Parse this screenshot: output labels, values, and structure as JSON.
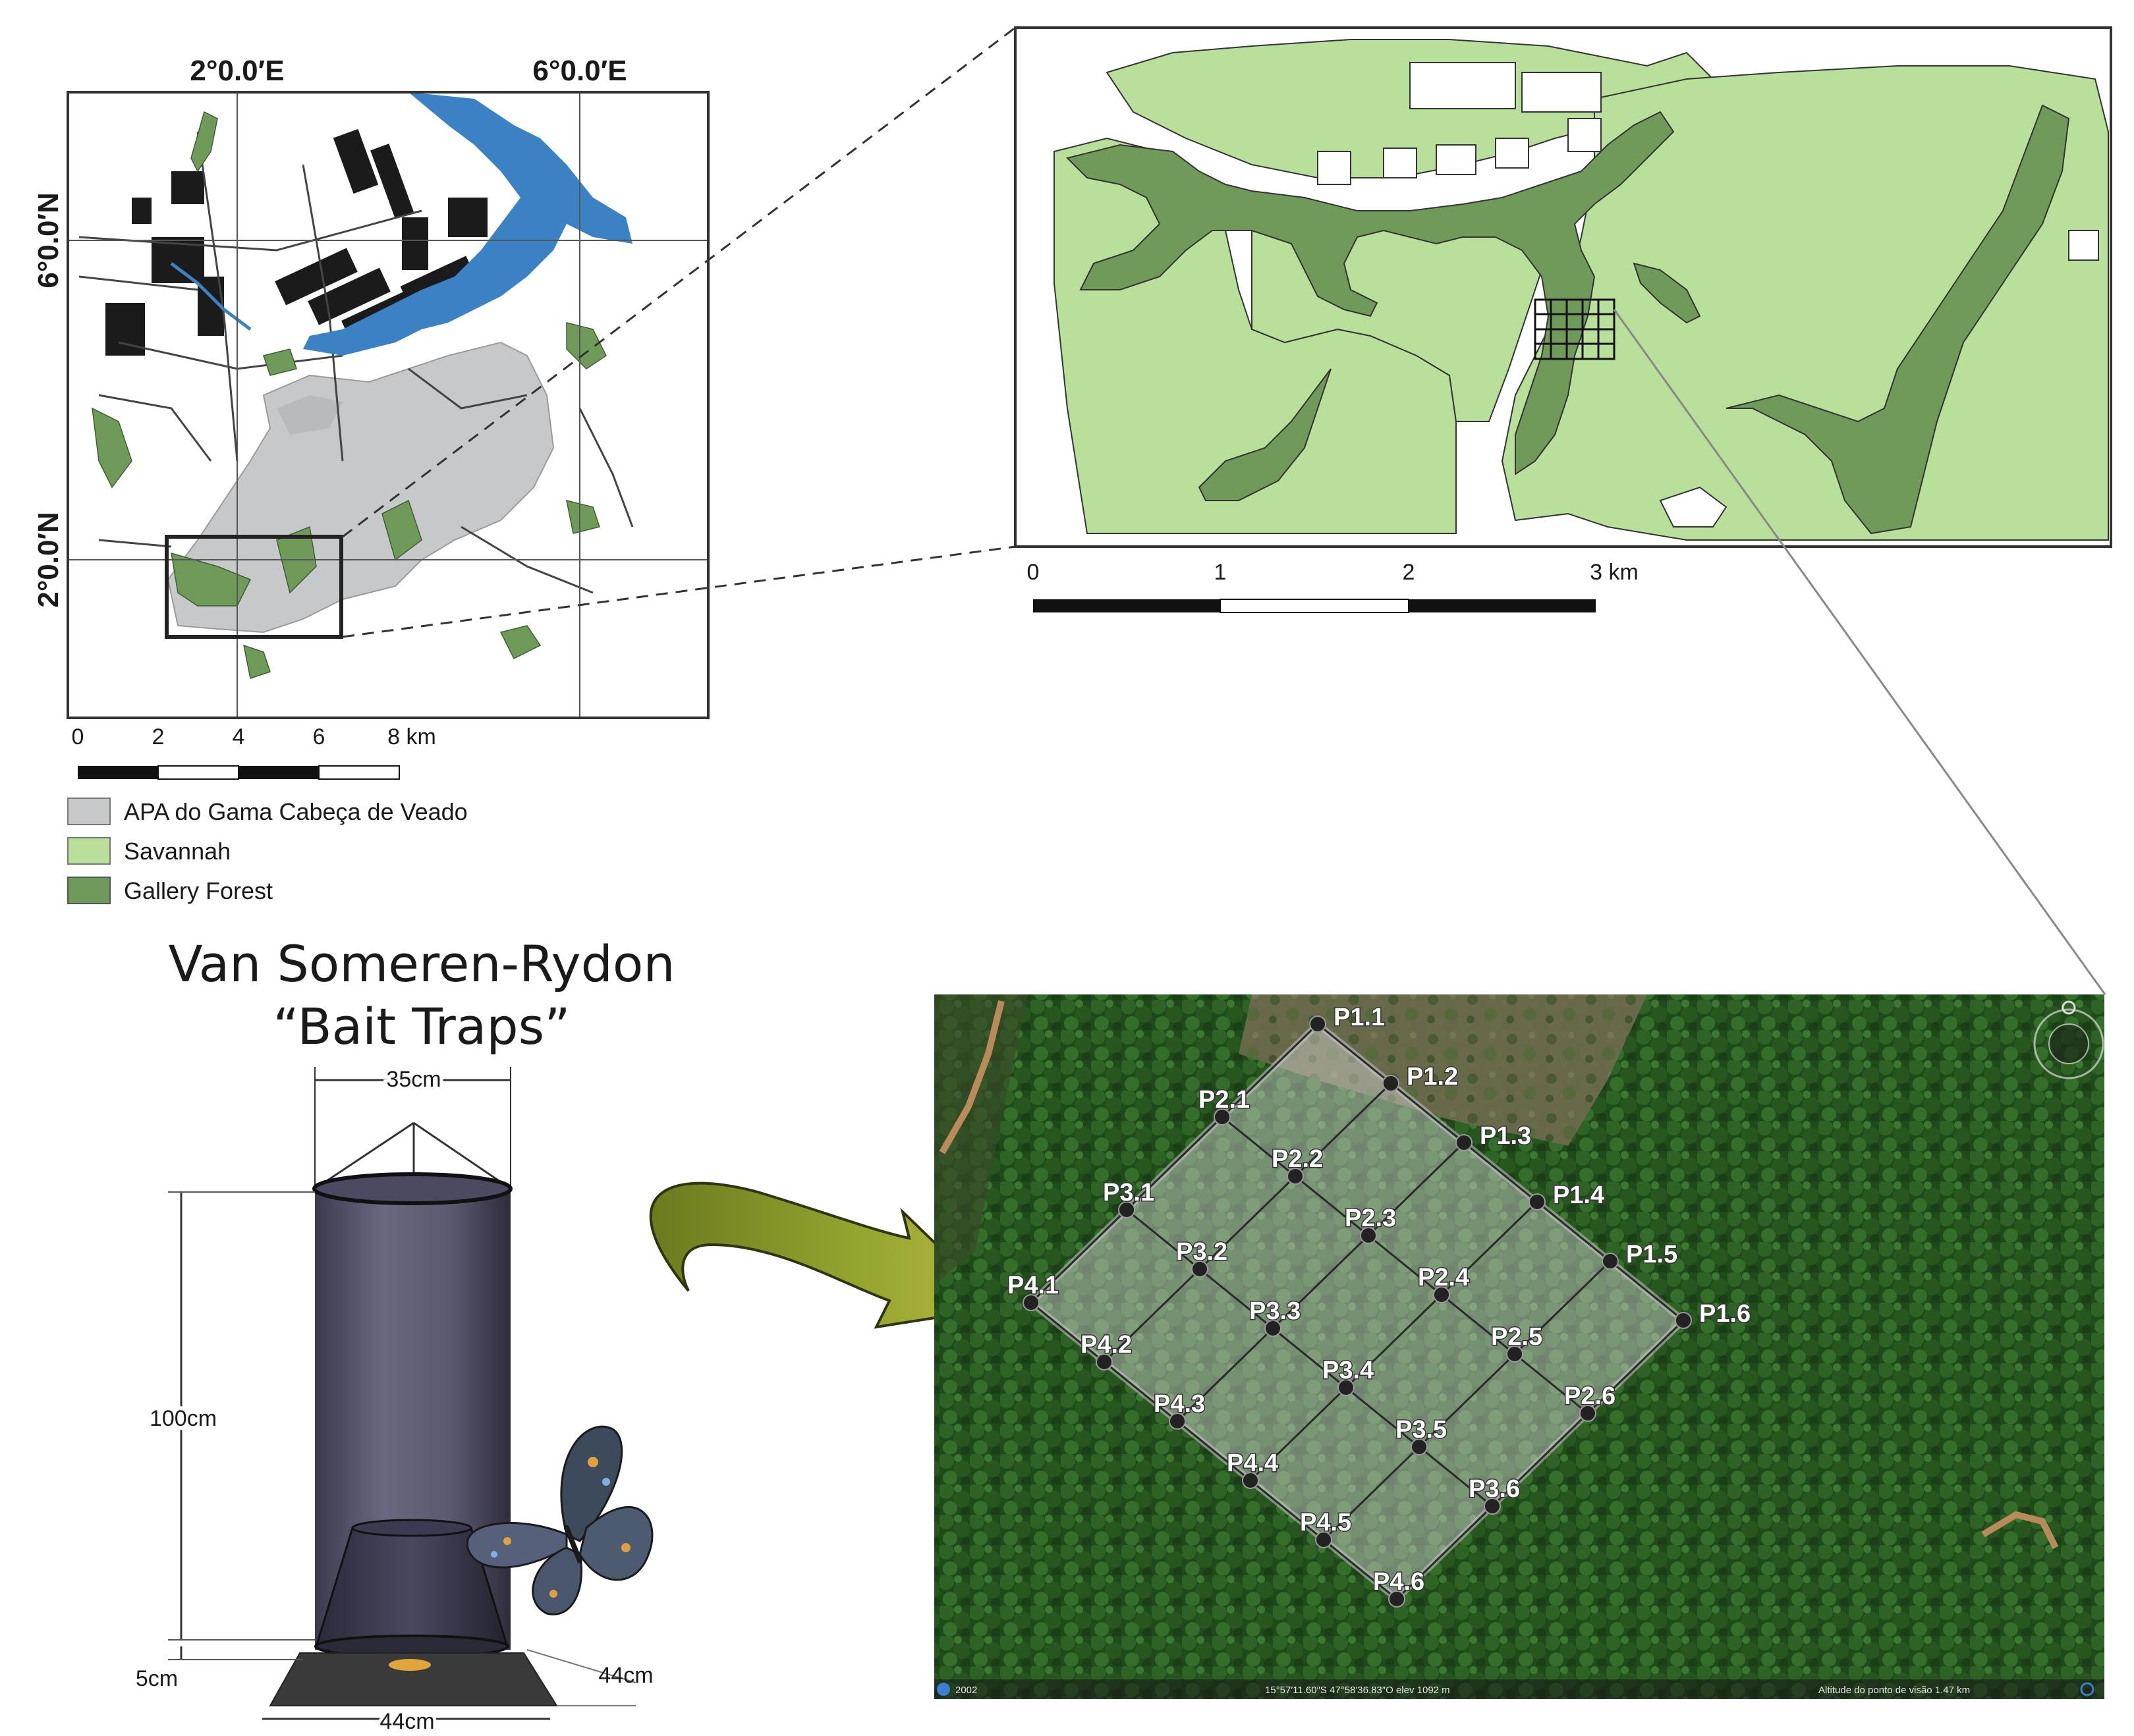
{
  "overview_map": {
    "lon_labels": [
      "2°0.0′E",
      "6°0.0′E"
    ],
    "lat_labels": [
      "6°0.0′N",
      "2°0.0′N"
    ],
    "scale": {
      "ticks": [
        "0",
        "2",
        "4",
        "6",
        "8 km"
      ]
    }
  },
  "legend": {
    "items": [
      {
        "label": "APA do Gama Cabeça de Veado",
        "color": "#c7c8ca"
      },
      {
        "label": "Savannah",
        "color": "#b8e09a"
      },
      {
        "label": "Gallery Forest",
        "color": "#6f9a5a"
      }
    ]
  },
  "detail_map": {
    "scale": {
      "ticks": [
        "0",
        "1",
        "2",
        "3 km"
      ]
    },
    "colors": {
      "savannah": "#b8e09a",
      "forest": "#6f9a5a",
      "border": "#333333"
    }
  },
  "trap": {
    "title_line1": "Van Someren-Rydon",
    "title_line2": "“Bait Traps”",
    "dimensions": {
      "top_diameter": "35cm",
      "height": "100cm",
      "base_gap": "5cm",
      "base_width": "44cm",
      "base_depth": "44cm"
    }
  },
  "plot_grid": {
    "points": [
      {
        "id": "P1.1",
        "col": 0,
        "row": 0
      },
      {
        "id": "P1.2",
        "col": 0,
        "row": 1
      },
      {
        "id": "P1.3",
        "col": 0,
        "row": 2
      },
      {
        "id": "P1.4",
        "col": 0,
        "row": 3
      },
      {
        "id": "P1.5",
        "col": 0,
        "row": 4
      },
      {
        "id": "P1.6",
        "col": 0,
        "row": 5
      },
      {
        "id": "P2.1",
        "col": 1,
        "row": 0
      },
      {
        "id": "P2.2",
        "col": 1,
        "row": 1
      },
      {
        "id": "P2.3",
        "col": 1,
        "row": 2
      },
      {
        "id": "P2.4",
        "col": 1,
        "row": 3
      },
      {
        "id": "P2.5",
        "col": 1,
        "row": 4
      },
      {
        "id": "P2.6",
        "col": 1,
        "row": 5
      },
      {
        "id": "P3.1",
        "col": 2,
        "row": 0
      },
      {
        "id": "P3.2",
        "col": 2,
        "row": 1
      },
      {
        "id": "P3.3",
        "col": 2,
        "row": 2
      },
      {
        "id": "P3.4",
        "col": 2,
        "row": 3
      },
      {
        "id": "P3.5",
        "col": 2,
        "row": 4
      },
      {
        "id": "P3.6",
        "col": 2,
        "row": 5
      },
      {
        "id": "P4.1",
        "col": 3,
        "row": 0
      },
      {
        "id": "P4.2",
        "col": 3,
        "row": 1
      },
      {
        "id": "P4.3",
        "col": 3,
        "row": 2
      },
      {
        "id": "P4.4",
        "col": 3,
        "row": 3
      },
      {
        "id": "P4.5",
        "col": 3,
        "row": 4
      },
      {
        "id": "P4.6",
        "col": 3,
        "row": 5
      }
    ],
    "imagery_footer": {
      "date": "2002",
      "coords": "15°57′11.60″S  47°58′36.83″O  elev 1092 m",
      "eye_alt": "Altitude do ponto de visão    1.47 km"
    }
  }
}
